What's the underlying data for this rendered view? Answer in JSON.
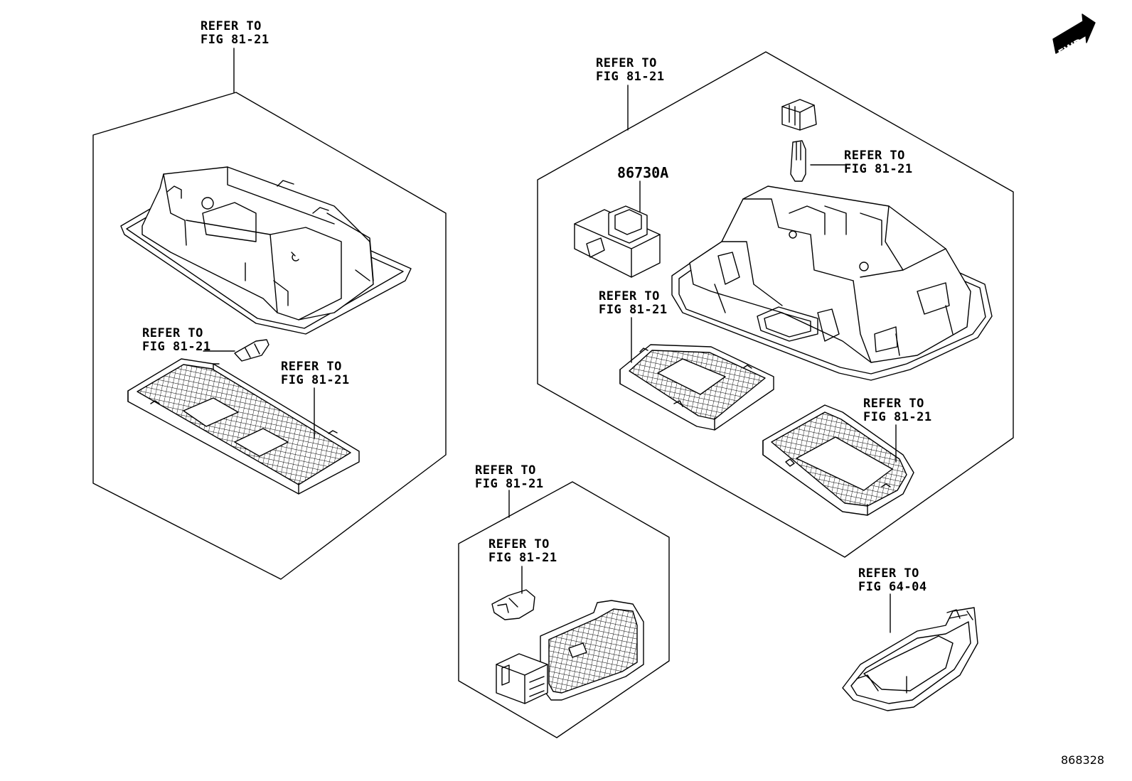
{
  "callouts": {
    "top_left": [
      "REFER TO",
      "FIG 81-21"
    ],
    "left_bulb": [
      "REFER TO",
      "FIG 81-21"
    ],
    "left_lens": [
      "REFER TO",
      "FIG 81-21"
    ],
    "right_assembly": [
      "REFER TO",
      "FIG 81-21"
    ],
    "right_bulb": [
      "REFER TO",
      "FIG 81-21"
    ],
    "right_lens_left": [
      "REFER TO",
      "FIG 81-21"
    ],
    "right_lens_right": [
      "REFER TO",
      "FIG 81-21"
    ],
    "bottom_assembly": [
      "REFER TO",
      "FIG 81-21"
    ],
    "bottom_bulb": [
      "REFER TO",
      "FIG 81-21"
    ],
    "bezel": [
      "REFER TO",
      "FIG 64-04"
    ]
  },
  "part_number": "86730A",
  "direction": "FWD",
  "figure_id": "868328"
}
